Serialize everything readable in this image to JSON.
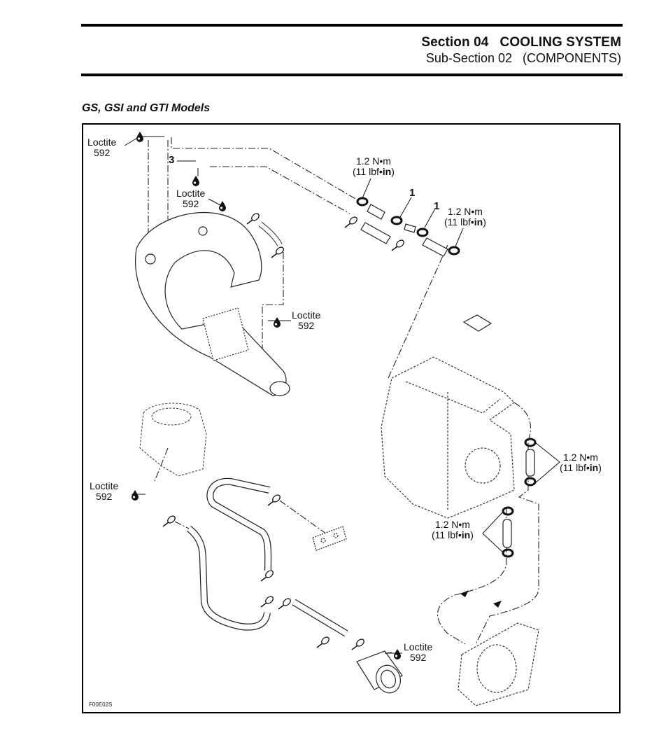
{
  "header": {
    "section": "Section 04   COOLING SYSTEM",
    "subsection": "Sub-Section 02   (COMPONENTS)"
  },
  "figure": {
    "title": "GS, GSI and GTI Models",
    "figure_id": "F00E02S",
    "loctite_labels": [
      {
        "line1": "Loctite",
        "line2": "592"
      },
      {
        "line1": "Loctite",
        "line2": "592"
      },
      {
        "line1": "Loctite",
        "line2": "592"
      },
      {
        "line1": "Loctite",
        "line2": "592"
      },
      {
        "line1": "Loctite",
        "line2": "592"
      }
    ],
    "torque_labels": [
      {
        "line1": "1.2 N•m",
        "line2a": "(11 lbf•",
        "line2b": "in",
        "line2c": ")"
      },
      {
        "line1": "1.2 N•m",
        "line2a": "(11 lbf•",
        "line2b": "in",
        "line2c": ")"
      },
      {
        "line1": "1.2 N•m",
        "line2a": "(11 lbf•",
        "line2b": "in",
        "line2c": ")"
      },
      {
        "line1": "1.2 N•m",
        "line2a": "(11 lbf•",
        "line2b": "in",
        "line2c": ")"
      }
    ],
    "callouts": [
      "3",
      "1",
      "1"
    ],
    "components": [
      "exhaust-manifold",
      "engine",
      "ride-plate",
      "water-hoses",
      "fittings",
      "clamps",
      "filter",
      "bracket"
    ]
  }
}
